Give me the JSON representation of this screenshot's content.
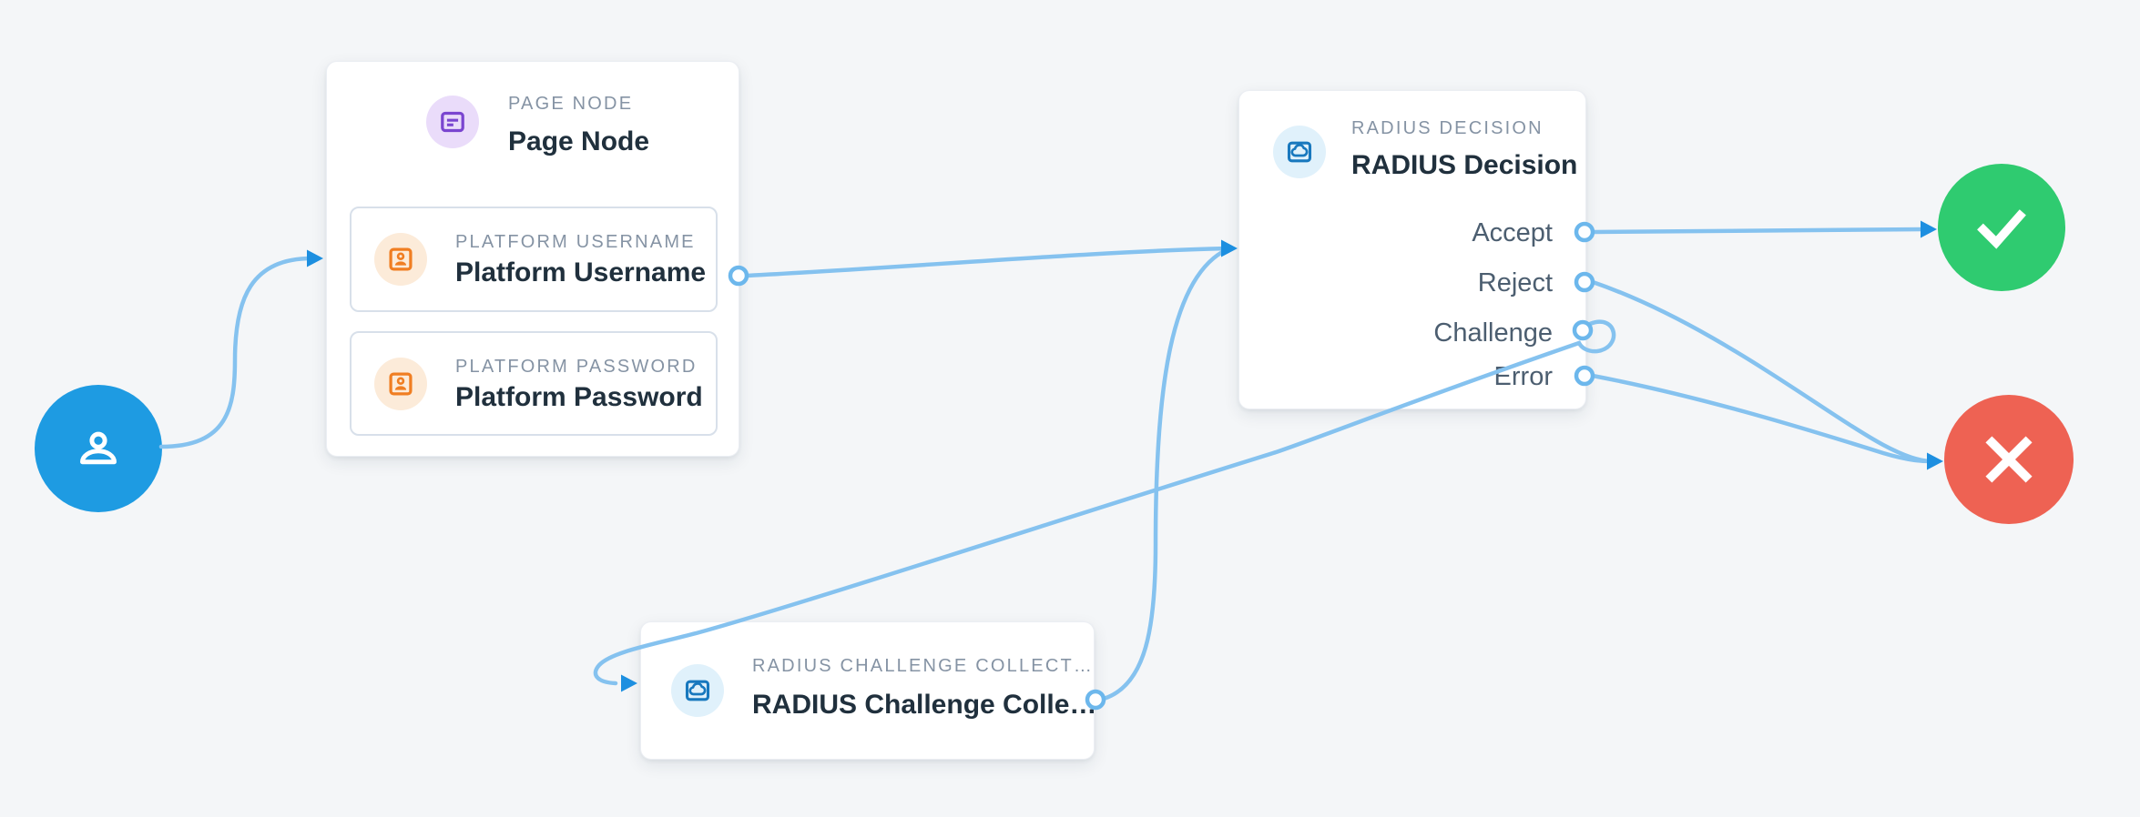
{
  "flow": {
    "background_color": "#F4F6F8",
    "edge_color": "#85C2EF",
    "arrow_color": "#1D8FE0",
    "port_stroke_color": "#6CB7EC"
  },
  "nodes": {
    "start": {
      "icon": "user-icon",
      "color": "#1E9BE2"
    },
    "page_node": {
      "type_label": "PAGE NODE",
      "title": "Page Node",
      "icon": "page-icon",
      "icon_color": "#7A45D0",
      "icon_bg": "#EADCFA",
      "children": [
        {
          "type_label": "PLATFORM USERNAME",
          "title": "Platform Username",
          "icon": "contact-card-icon",
          "icon_color": "#F07E22",
          "icon_bg": "#FCEBD9"
        },
        {
          "type_label": "PLATFORM PASSWORD",
          "title": "Platform Password",
          "icon": "contact-card-icon",
          "icon_color": "#F07E22",
          "icon_bg": "#FCEBD9"
        }
      ]
    },
    "radius_decision": {
      "type_label": "RADIUS DECISION",
      "title": "RADIUS Decision",
      "icon": "cloud-icon",
      "icon_color": "#1878BE",
      "icon_bg": "#E0F1FB",
      "outputs": [
        {
          "label": "Accept"
        },
        {
          "label": "Reject"
        },
        {
          "label": "Challenge"
        },
        {
          "label": "Error"
        }
      ]
    },
    "radius_challenge_collector": {
      "type_label": "RADIUS CHALLENGE COLLECT…",
      "title": "RADIUS Challenge Colle…",
      "icon": "cloud-icon",
      "icon_color": "#1878BE",
      "icon_bg": "#E0F1FB"
    },
    "success": {
      "icon": "check-icon",
      "color": "#2FCB70"
    },
    "failure": {
      "icon": "x-icon",
      "color": "#EE6253"
    }
  },
  "edges": [
    {
      "from": "start",
      "to": "page-node"
    },
    {
      "from": "page-node/platform-username",
      "to": "radius-decision"
    },
    {
      "from": "radius-decision/accept",
      "to": "success"
    },
    {
      "from": "radius-decision/reject",
      "to": "failure"
    },
    {
      "from": "radius-decision/challenge",
      "to": "radius-challenge-collector"
    },
    {
      "from": "radius-decision/error",
      "to": "failure"
    },
    {
      "from": "radius-challenge-collector",
      "to": "radius-decision"
    }
  ]
}
